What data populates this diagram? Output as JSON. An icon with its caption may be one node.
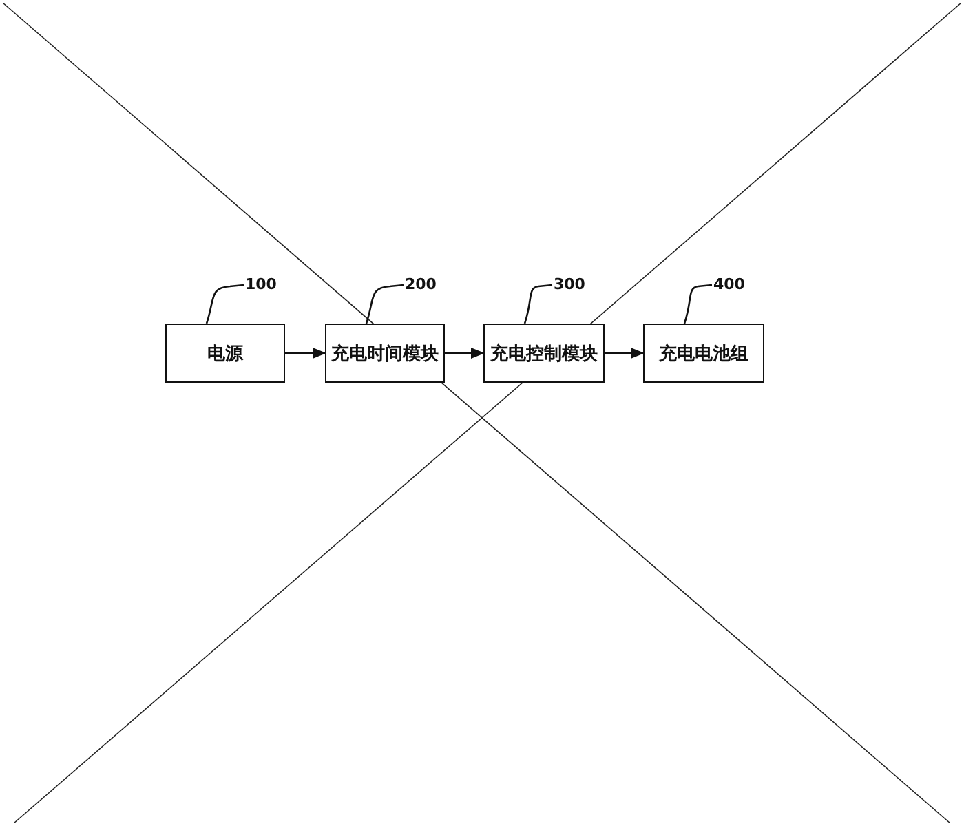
{
  "diagram": {
    "nodes": [
      {
        "text": [
          "电源"
        ]
      },
      {
        "text": [
          "充电时间模块"
        ]
      },
      {
        "text": [
          "充电控制模块"
        ]
      },
      {
        "text": [
          "充电电池组"
        ]
      },
      {
        "text": [
          "100"
        ]
      },
      {
        "text": [
          "200"
        ]
      },
      {
        "text": [
          "300"
        ]
      },
      {
        "text": [
          "400"
        ]
      }
    ],
    "edges": [
      {
        "from": 0,
        "to": 1,
        "arrow": "to"
      },
      {
        "from": 1,
        "to": 2,
        "arrow": "to"
      },
      {
        "from": 2,
        "to": 3,
        "arrow": "to"
      },
      {
        "from": 4,
        "to": 0,
        "arrow": "none"
      },
      {
        "from": 5,
        "to": 1,
        "arrow": "none"
      },
      {
        "from": 6,
        "to": 2,
        "arrow": "none"
      },
      {
        "from": 7,
        "to": 3,
        "arrow": "none"
      }
    ]
  }
}
